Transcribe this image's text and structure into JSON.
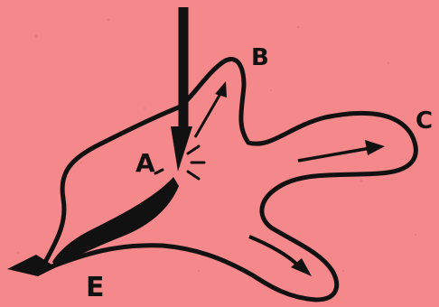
{
  "diagram": {
    "colors": {
      "background": "#f4888a",
      "ink": "#111111"
    },
    "labels": {
      "a": "A",
      "b": "B",
      "c": "C",
      "e": "E"
    }
  }
}
